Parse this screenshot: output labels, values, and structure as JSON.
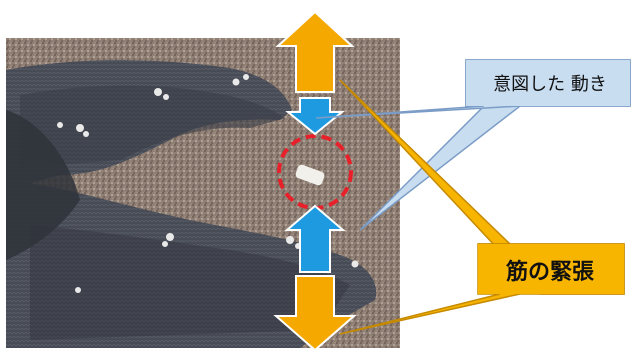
{
  "callouts": {
    "intended_motion": "意図した 動き",
    "muscle_tension": "筋の緊張"
  },
  "colors": {
    "orange_arrow": "#F5A800",
    "blue_arrow": "#1E9BE0",
    "intended_box_fill": "#C9DDF1",
    "intended_box_stroke": "#7A9CC6",
    "tension_box_fill": "#F7B500",
    "tension_box_stroke": "#C68A00",
    "red_circle": "#E8202A"
  },
  "icons": {
    "orange_arrows": "up-down-arrow",
    "blue_arrows": "converging-arrows"
  }
}
